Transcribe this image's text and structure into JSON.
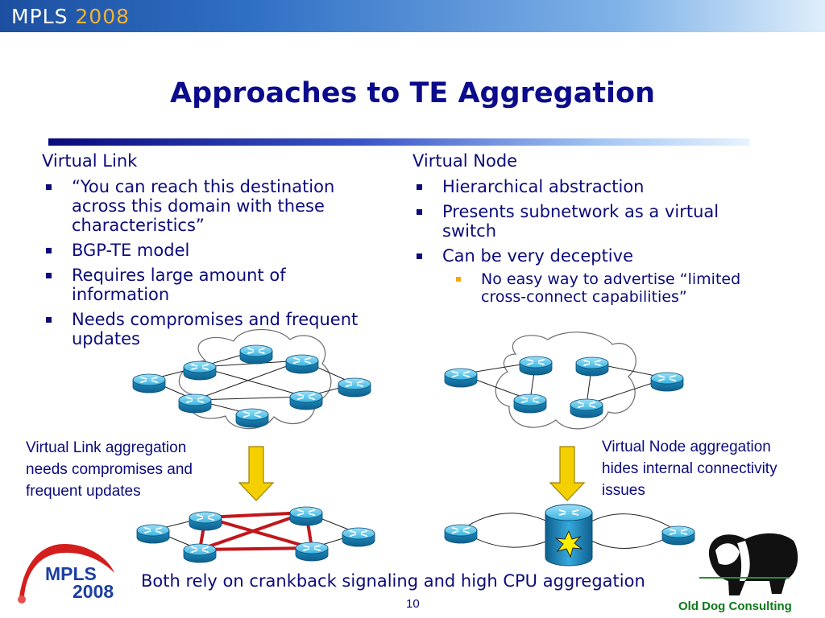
{
  "header": {
    "title_left": "MPLS",
    "title_right": "2008"
  },
  "title": "Approaches to TE Aggregation",
  "left_column": {
    "heading": "Virtual Link",
    "bullets": [
      {
        "lines": [
          "“You can reach this destination",
          "across this domain with these",
          "characteristics”"
        ]
      },
      {
        "lines": [
          "BGP-TE model"
        ]
      },
      {
        "lines": [
          "Requires large amount of",
          "information"
        ]
      },
      {
        "lines": [
          "Needs compromises and frequent",
          "updates"
        ]
      }
    ]
  },
  "right_column": {
    "heading": "Virtual Node",
    "bullets": [
      {
        "lines": [
          "Hierarchical abstraction"
        ]
      },
      {
        "lines": [
          "Presents subnetwork as a virtual",
          "switch"
        ]
      },
      {
        "lines": [
          "Can be very deceptive"
        ]
      }
    ],
    "sub_bullets": [
      {
        "lines": [
          "No easy way to advertise “limited",
          "cross-connect capabilities”"
        ]
      }
    ]
  },
  "captions": {
    "left": [
      "Virtual Link aggregation",
      "needs compromises and",
      "frequent updates"
    ],
    "right": [
      "Virtual Node aggregation",
      "hides internal connectivity",
      "issues"
    ]
  },
  "bottom_text": "Both rely on crankback signaling and high CPU aggregation",
  "footer": {
    "page_number": "10",
    "company": "Old Dog Consulting"
  },
  "logo": {
    "line1": "MPLS",
    "line2": "2008"
  },
  "colors": {
    "text": "#0b0b7c",
    "router": "#2aa6d6",
    "arrow": "#f5d000",
    "crosslink": "#c0171c",
    "company": "#0c7a18"
  }
}
